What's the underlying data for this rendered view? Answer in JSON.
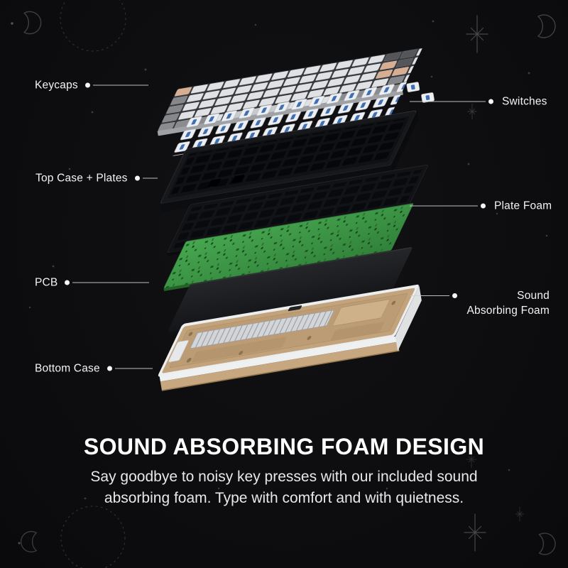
{
  "poster": {
    "title": "SOUND ABSORBING FOAM DESIGN",
    "description_line1": "Say goodbye to noisy key presses with our included sound",
    "description_line2": "absorbing foam. Type with comfort and with quietness."
  },
  "callouts": {
    "keycaps": "Keycaps",
    "switches": "Switches",
    "top_case": "Top Case + Plates",
    "plate_foam": "Plate Foam",
    "pcb": "PCB",
    "sound_absorbing_foam": "Sound Absorbing Foam",
    "bottom_case": "Bottom Case"
  },
  "illustration": {
    "subject": "exploded-view-mechanical-keyboard"
  },
  "decorations": {
    "icons": [
      "crescent-moon-icon",
      "dotted-circle-icon",
      "sparkle-star-icon",
      "star-dot"
    ]
  },
  "colors": {
    "background": "#0d0d0f",
    "text_primary": "#ffffff",
    "text_secondary": "#e8e8ea",
    "callout_line": "#cfd0d2",
    "pcb_green": "#3f9e49",
    "switch_stem_blue": "#3e6eb3",
    "keycap_tan": "#d8ae92",
    "bottom_case_tan": "#c2a37c"
  }
}
